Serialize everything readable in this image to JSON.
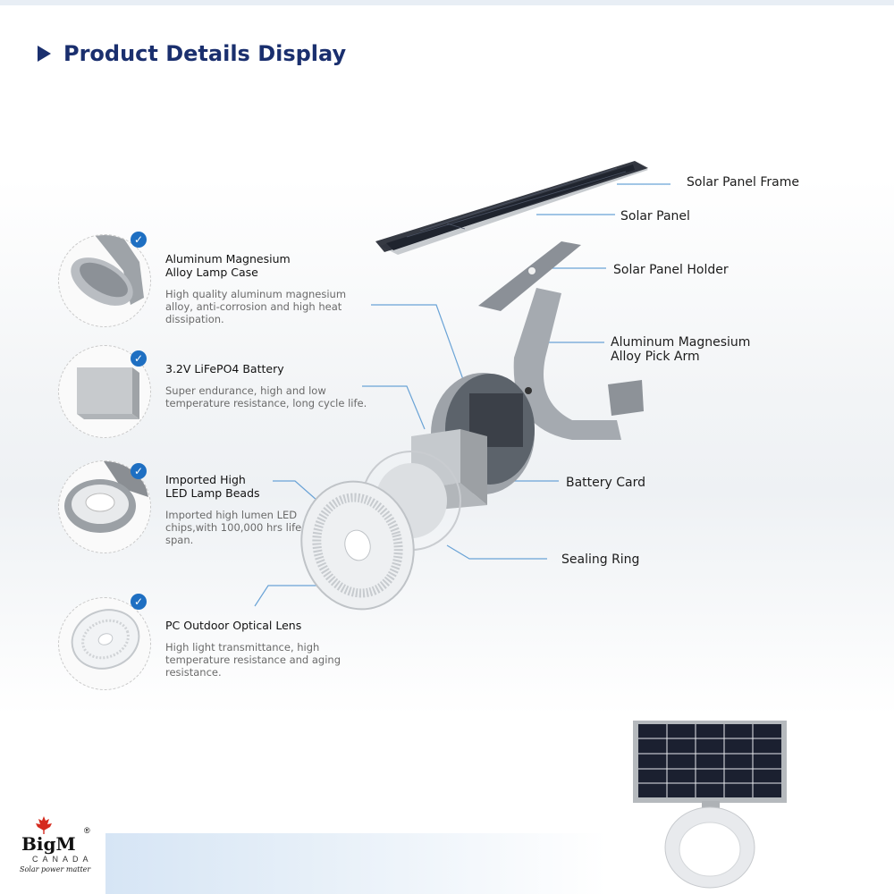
{
  "header": {
    "title": "Product Details Display"
  },
  "features": [
    {
      "title": "Aluminum Magnesium\nAlloy Lamp Case",
      "desc": "High quality aluminum magnesium\nalloy, anti-corrosion and high heat\ndissipation."
    },
    {
      "title": "3.2V LiFePO4 Battery",
      "desc": "Super endurance, high and low\ntemperature resistance, long cycle life."
    },
    {
      "title": "Imported High\nLED Lamp Beads",
      "desc": "Imported high lumen LED\nchips,with 100,000 hrs life\nspan."
    },
    {
      "title": "PC Outdoor Optical Lens",
      "desc": "High light transmittance, high\ntemperature resistance and aging\nresistance."
    }
  ],
  "callouts": {
    "frame": "Solar Panel Frame",
    "panel": "Solar Panel",
    "holder": "Solar Panel Holder",
    "arm": "Aluminum Magnesium\nAlloy Pick Arm",
    "battery_card": "Battery Card",
    "sealing_ring": "Sealing Ring"
  },
  "brand": {
    "big": "BigM",
    "country": "CANADA",
    "tagline": "Solar power matter",
    "mark": "®"
  },
  "icons": {
    "check": "check-icon",
    "bullet": "triangle-right-icon"
  },
  "colors": {
    "accent": "#1a2f6e",
    "check": "#1e6fc2",
    "leader": "#6aa3d6"
  }
}
